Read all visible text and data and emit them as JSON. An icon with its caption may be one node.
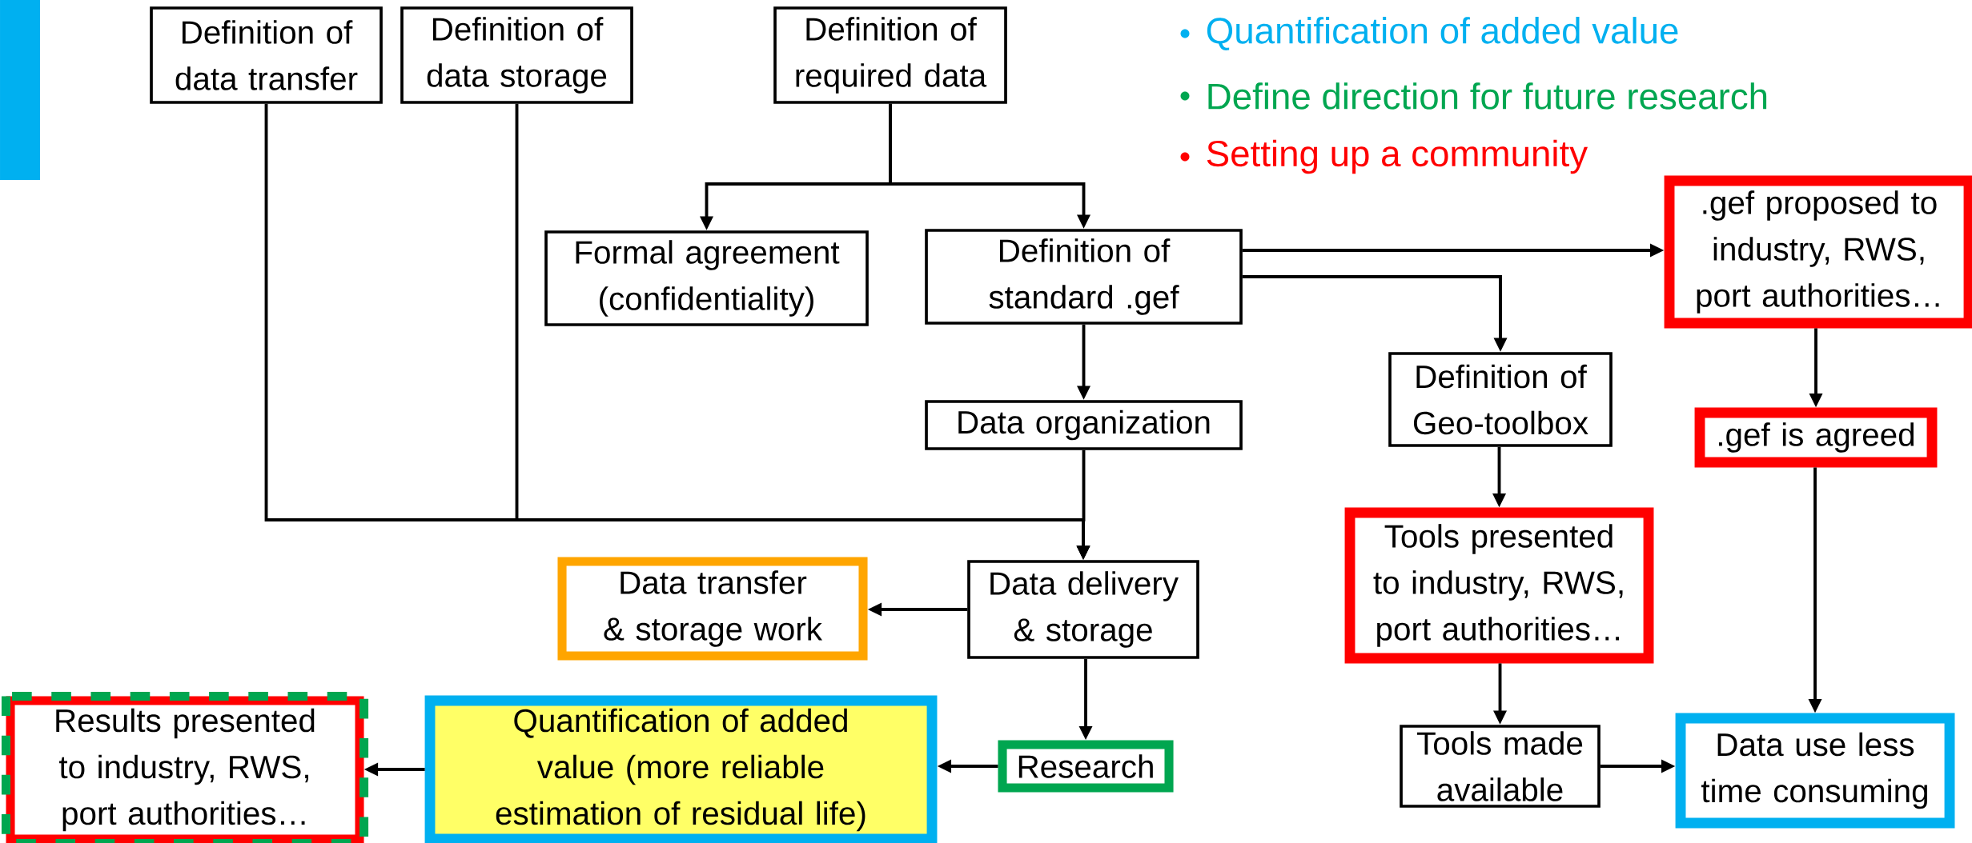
{
  "diagram": {
    "nodes": [
      {
        "text": [
          "Definition of data transfer"
        ]
      },
      {
        "text": [
          "Definition of data storage"
        ]
      },
      {
        "text": [
          "Definition of required data"
        ]
      },
      {
        "text": [
          "Formal agreement (confidentiality)"
        ]
      },
      {
        "text": [
          "Definition of standard .gef"
        ]
      },
      {
        "text": [
          "Data organization"
        ]
      },
      {
        "text": [
          "Definition of Geo-toolbox"
        ]
      },
      {
        "text": [
          ".gef proposed to industry, RWS, port authorities…"
        ]
      },
      {
        "text": [
          ".gef is agreed"
        ]
      },
      {
        "text": [
          "Tools presented to industry, RWS, port authorities…"
        ]
      },
      {
        "text": [
          "Data delivery & storage"
        ]
      },
      {
        "text": [
          "Data transfer & storage work"
        ]
      },
      {
        "text": [
          "Research"
        ]
      },
      {
        "text": [
          "Quantification of added value (more reliable estimation of residual life)"
        ]
      },
      {
        "text": [
          "Results presented to industry, RWS, port authorities…"
        ]
      },
      {
        "text": [
          "Tools made available"
        ]
      },
      {
        "text": [
          "Data use less time consuming"
        ]
      }
    ],
    "edges": [
      {
        "from": 0,
        "to": 10,
        "arrow": "to"
      },
      {
        "from": 1,
        "to": 10,
        "arrow": "to"
      },
      {
        "from": 5,
        "to": 10,
        "arrow": "to"
      },
      {
        "from": 2,
        "to": 3,
        "arrow": "to"
      },
      {
        "from": 2,
        "to": 4,
        "arrow": "to"
      },
      {
        "from": 4,
        "to": 7,
        "arrow": "to"
      },
      {
        "from": 4,
        "to": 6,
        "arrow": "to"
      },
      {
        "from": 4,
        "to": 5,
        "arrow": "to"
      },
      {
        "from": 7,
        "to": 8,
        "arrow": "to"
      },
      {
        "from": 8,
        "to": 16,
        "arrow": "to"
      },
      {
        "from": 6,
        "to": 9,
        "arrow": "to"
      },
      {
        "from": 9,
        "to": 15,
        "arrow": "to"
      },
      {
        "from": 15,
        "to": 16,
        "arrow": "to"
      },
      {
        "from": 10,
        "to": 11,
        "arrow": "to"
      },
      {
        "from": 10,
        "to": 12,
        "arrow": "to"
      },
      {
        "from": 12,
        "to": 13,
        "arrow": "to"
      },
      {
        "from": 13,
        "to": 14,
        "arrow": "to"
      }
    ],
    "labels": [
      "Quantification of added value",
      "Define direction for future research",
      "Setting up a community"
    ]
  }
}
